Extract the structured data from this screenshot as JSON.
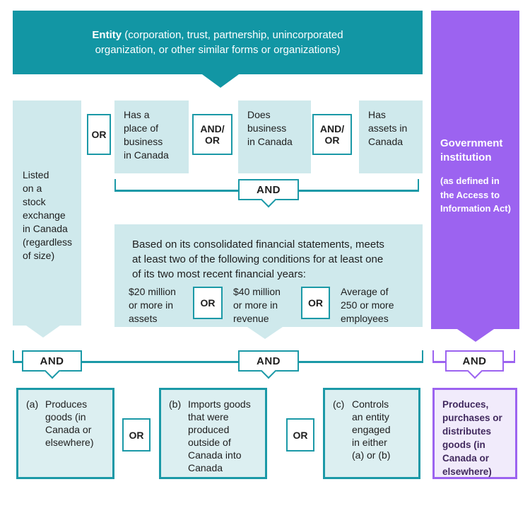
{
  "colors": {
    "teal": "#1296A4",
    "teal_border": "#1B99A7",
    "light_teal": "#CFE9EC",
    "light_teal_outlined_fill": "#DCEFF1",
    "purple": "#9C63F0",
    "light_purple": "#F1EBFB",
    "dark_purple_text": "#41295E",
    "text": "#1E1E1E"
  },
  "banner": {
    "bold": "Entity",
    "rest": " (corporation, trust, partnership, unincorporated\norganization, or other similar forms or organizations)"
  },
  "government": {
    "title": "Government\ninstitution",
    "subtitle": "(as defined in\nthe Access to\nInformation Act)"
  },
  "listed": {
    "text": "Listed\non a\nstock\nexchange\nin Canada\n(regardless\nof size)"
  },
  "row1": {
    "or": "OR",
    "place_of_business": "Has a\nplace of\nbusiness\nin Canada",
    "andor1": "AND/\nOR",
    "does_business": "Does\nbusiness\nin Canada",
    "andor2": "AND/\nOR",
    "has_assets": "Has\nassets in\nCanada"
  },
  "connectors": {
    "and_top": "AND",
    "and_left": "AND",
    "and_mid": "AND",
    "and_gov": "AND"
  },
  "conditions": {
    "intro": "Based on its consolidated financial statements, meets\nat least two of the following conditions for at least one\nof its two most recent financial years:",
    "c1": "$20 million\nor more in\nassets",
    "or1": "OR",
    "c2": "$40 million\nor more in\nrevenue",
    "or2": "OR",
    "c3": "Average of\n250 or more\nemployees"
  },
  "bottom": {
    "a_label": "(a)",
    "a_text": "Produces\ngoods (in\nCanada or\nelsewhere)",
    "or1": "OR",
    "b_label": "(b)",
    "b_text": "Imports goods\nthat were\nproduced\noutside of\nCanada into\nCanada",
    "or2": "OR",
    "c_label": "(c)",
    "c_text": "Controls\nan entity\nengaged\nin either\n(a) or (b)",
    "gov_text": "Produces,\npurchases or\ndistributes\ngoods (in\nCanada or\nelsewhere)"
  }
}
